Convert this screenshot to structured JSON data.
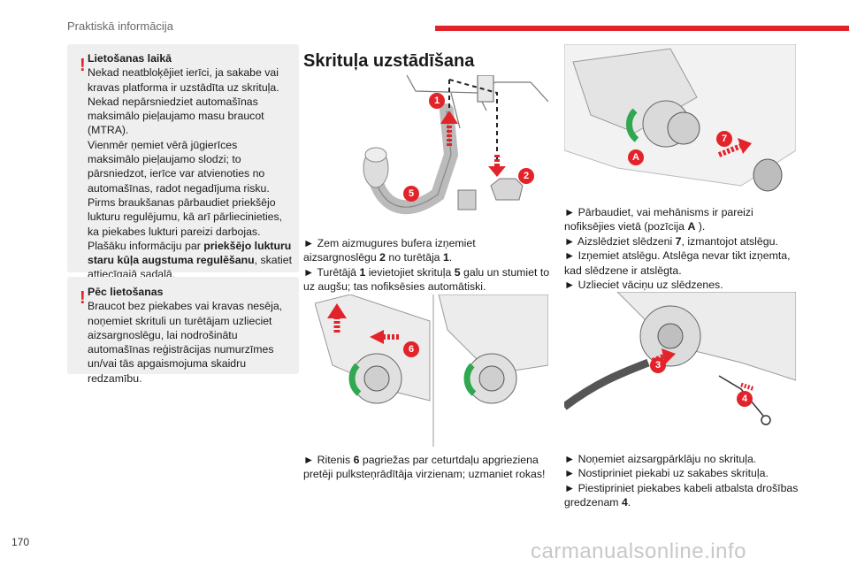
{
  "header": {
    "section": "Praktiskā informācija"
  },
  "page_number": "170",
  "left_column": {
    "note1": {
      "title": "Lietošanas laikā",
      "paragraphs": [
        "Nekad neatbloķējiet ierīci, ja sakabe vai kravas platforma ir uzstādīta uz skrituļa.",
        "Nekad nepārsniedziet automašīnas maksimālo pieļaujamo masu braucot (MTRA).",
        "Vienmēr ņemiet vērā jūgierīces maksimālo pieļaujamo slodzi; to pārsniedzot, ierīce var atvienoties no automašīnas, radot negadījuma risku.",
        "Pirms braukšanas pārbaudiet priekšējo lukturu regulējumu, kā arī pārliecinieties, ka piekabes lukturi pareizi darbojas."
      ],
      "last_para_pre": "Plašāku informāciju par ",
      "last_para_bold": "priekšējo lukturu staru kūļa augstuma regulēšanu",
      "last_para_post": ", skatiet attiecīgajā sadaļā."
    },
    "note2": {
      "title": "Pēc lietošanas",
      "text": "Braucot bez piekabes vai kravas nesēja, noņemiet skrituli un turētājam uzlieciet aizsargnoslēgu, lai nodrošinātu automašīnas reģistrācijas numurzīmes un/vai tās apgaismojuma skaidru redzamību."
    }
  },
  "middle_column": {
    "title": "Skrituļa uzstādīšana",
    "step1_a": "► Zem aizmugures bufera izņemiet aizsargnoslēgu ",
    "step1_b": "2",
    "step1_c": " no turētāja ",
    "step1_d": "1",
    "step1_e": ".",
    "step2_a": "► Turētājā ",
    "step2_b": "1",
    "step2_c": " ievietojiet skrituļa ",
    "step2_d": "5",
    "step2_e": " galu un stumiet to uz augšu; tas nofiksēsies automātiski.",
    "step3_a": "► Ritenis ",
    "step3_b": "6",
    "step3_c": " pagriežas par ceturtdaļu apgrieziena pretēji pulksteņrādītāja virzienam; uzmaniet rokas!",
    "figure_labels": {
      "one": "1",
      "two": "2",
      "five": "5",
      "six": "6"
    }
  },
  "right_column": {
    "block1_lines": {
      "l1_a": "► Pārbaudiet, vai mehānisms ir pareizi nofiksējies vietā (pozīcija ",
      "l1_b": "A",
      "l1_c": " ).",
      "l2_a": "► Aizslēdziet slēdzeni ",
      "l2_b": "7",
      "l2_c": ", izmantojot atslēgu.",
      "l3": "► Izņemiet atslēgu. Atslēga nevar tikt izņemta, kad slēdzene ir atslēgta.",
      "l4": "► Uzlieciet vāciņu uz slēdzenes."
    },
    "block2_lines": {
      "l1": "► Noņemiet aizsargpārklāju no skrituļa.",
      "l2": "► Nostipriniet piekabi uz sakabes skrituļa.",
      "l3_a": "► Piestipriniet piekabes kabeli atbalsta drošības gredzenam ",
      "l3_b": "4",
      "l3_c": "."
    },
    "figure_labels": {
      "seven": "7",
      "a": "A",
      "three": "3",
      "four": "4"
    }
  },
  "watermark": "carmanualsonline.info",
  "colors": {
    "accent": "#e3232a",
    "note_bg": "#efefef",
    "arrow_green": "#2fa84f"
  }
}
